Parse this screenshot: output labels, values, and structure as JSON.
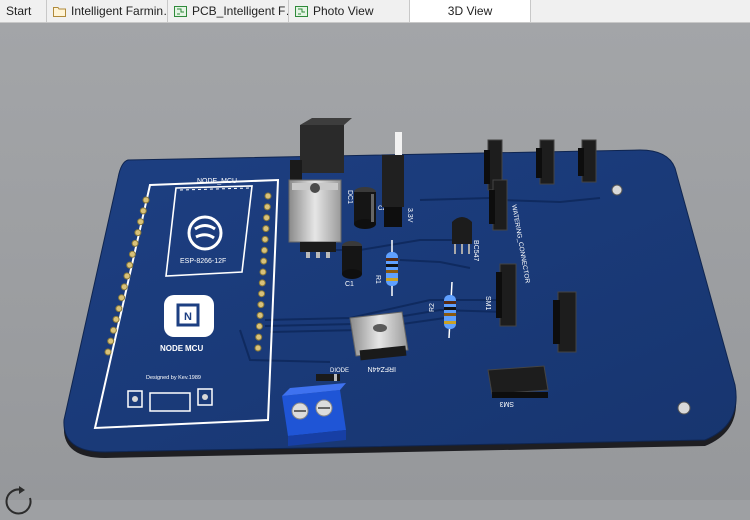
{
  "tabs": [
    {
      "label": "Start",
      "icon": "none",
      "active": false
    },
    {
      "label": "Intelligent Farmin…",
      "icon": "folder-icon",
      "active": false
    },
    {
      "label": "PCB_Intelligent F…",
      "icon": "pcb-icon",
      "active": false
    },
    {
      "label": "Photo View",
      "icon": "pcb-icon",
      "active": false
    },
    {
      "label": "3D View",
      "icon": "none",
      "active": true
    }
  ],
  "board": {
    "silk": {
      "node_mcu": "NODE_MCU",
      "esp_model": "ESP-8266-12F",
      "nodemcu_logo_left": "NODE",
      "nodemcu_logo_right": "MCU",
      "designer": "Designed by Kev.1989",
      "dc1": "DC1",
      "v33": "3.3V",
      "c2": "C2",
      "c1": "C1",
      "r1": "R1",
      "r2": "R2",
      "bc547": "BC547",
      "irfz44n": "IRFZ44N",
      "diode": "DIODE",
      "sm1": "SM1",
      "sm3": "SM3",
      "moisture": "WATERING_CONNECTOR"
    }
  },
  "colors": {
    "pcb": "#1a3a78",
    "pcb_edge": "#2c2c2c",
    "silk": "#ffffff",
    "viewport_bg": "#9ea0a3",
    "terminal": "#1f55d6"
  }
}
